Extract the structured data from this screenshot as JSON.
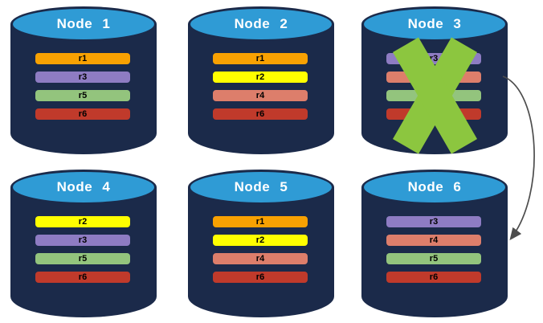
{
  "nodes": [
    {
      "label": "Node 1",
      "bars": [
        {
          "label": "r1",
          "color": "#F8A102"
        },
        {
          "label": "r3",
          "color": "#8E7CC3"
        },
        {
          "label": "r5",
          "color": "#93C47D"
        },
        {
          "label": "r6",
          "color": "#C03A2B"
        }
      ]
    },
    {
      "label": "Node 2",
      "bars": [
        {
          "label": "r1",
          "color": "#F8A102"
        },
        {
          "label": "r2",
          "color": "#FFFF00"
        },
        {
          "label": "r4",
          "color": "#DD7E6B"
        },
        {
          "label": "r6",
          "color": "#C03A2B"
        }
      ]
    },
    {
      "label": "Node 3",
      "failed": true,
      "bars": [
        {
          "label": "r3",
          "color": "#8E7CC3"
        },
        {
          "label": "r4",
          "color": "#DD7E6B"
        },
        {
          "label": "r5",
          "color": "#93C47D"
        },
        {
          "label": "r6",
          "color": "#C03A2B"
        }
      ]
    },
    {
      "label": "Node 4",
      "bars": [
        {
          "label": "r2",
          "color": "#FFFF00"
        },
        {
          "label": "r3",
          "color": "#8E7CC3"
        },
        {
          "label": "r5",
          "color": "#93C47D"
        },
        {
          "label": "r6",
          "color": "#C03A2B"
        }
      ]
    },
    {
      "label": "Node 5",
      "bars": [
        {
          "label": "r1",
          "color": "#F8A102"
        },
        {
          "label": "r2",
          "color": "#FFFF00"
        },
        {
          "label": "r4",
          "color": "#DD7E6B"
        },
        {
          "label": "r6",
          "color": "#C03A2B"
        }
      ]
    },
    {
      "label": "Node 6",
      "bars": [
        {
          "label": "r3",
          "color": "#8E7CC3"
        },
        {
          "label": "r4",
          "color": "#DD7E6B"
        },
        {
          "label": "r5",
          "color": "#93C47D"
        },
        {
          "label": "r6",
          "color": "#C03A2B"
        }
      ]
    }
  ],
  "failure": {
    "node": "Node 3",
    "mark": "green-cross"
  },
  "arrow": {
    "from": "Node 3",
    "to": "Node 6"
  },
  "colors": {
    "background": "#FFFFFF",
    "cylinder_body": "#1B2A4A",
    "cylinder_top": "#2F9BD5",
    "node_label_text": "#FFFFFF",
    "bar_text": "#000000",
    "failure_cross": "#8CC63F",
    "arrow": "#4D4D4D"
  }
}
